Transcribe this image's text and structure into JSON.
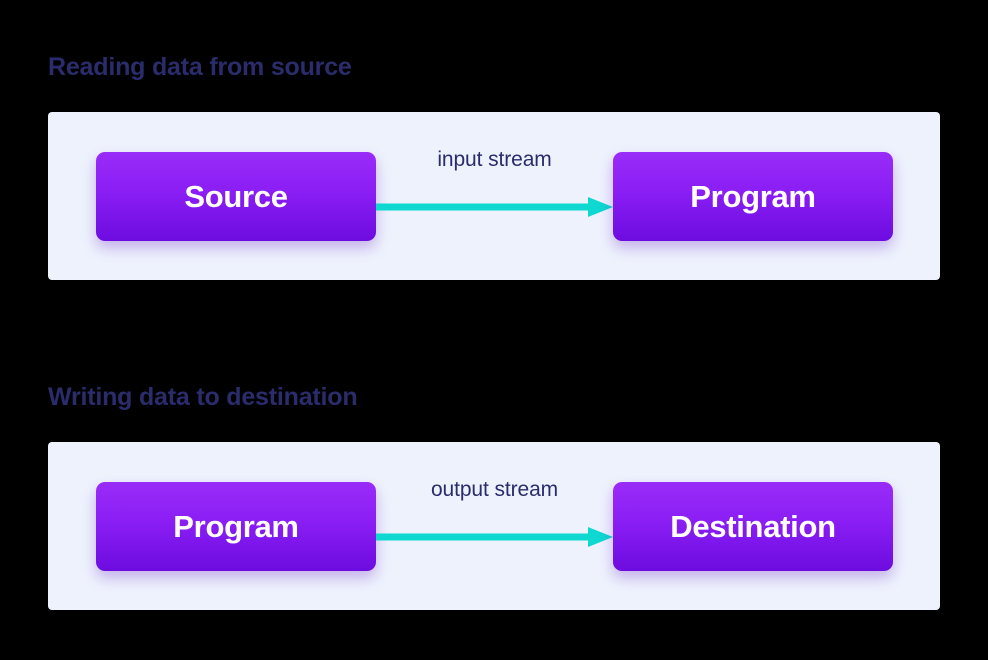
{
  "page": {
    "background_color": "#000000",
    "panel_background": "#eef2fd",
    "heading_color": "#2b2c6b",
    "node_gradient_top": "#9a2cf8",
    "node_gradient_bottom": "#6d0ce0",
    "node_text_color": "#ffffff",
    "arrow_color": "#0ed8d0",
    "label_color": "#2b2c6b"
  },
  "sections": [
    {
      "id": "reading",
      "heading": "Reading data from source",
      "source_node": "Source",
      "arrow_label": "input stream",
      "target_node": "Program",
      "arrow_icon": "arrow-right-icon"
    },
    {
      "id": "writing",
      "heading": "Writing data to destination",
      "source_node": "Program",
      "arrow_label": "output stream",
      "target_node": "Destination",
      "arrow_icon": "arrow-right-icon"
    }
  ]
}
